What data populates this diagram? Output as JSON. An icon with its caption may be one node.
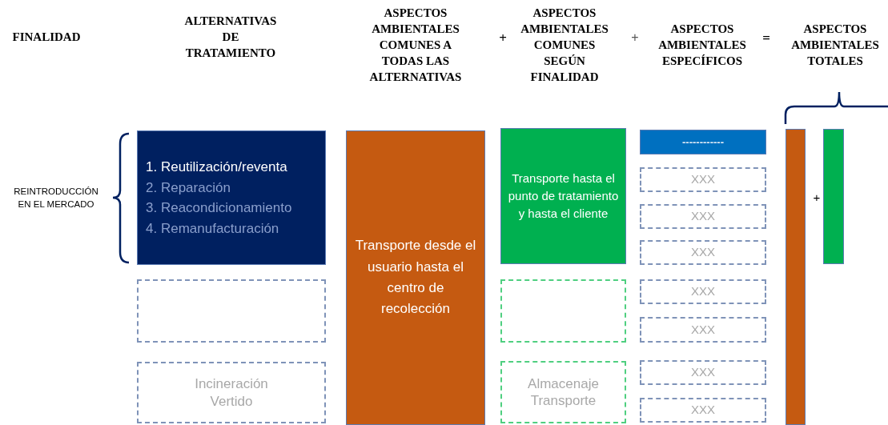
{
  "diagram": {
    "nodes": [
      {
        "text": [
          "1. Reutilización/reventa",
          "2. Reparación",
          "3. Reacondicionamiento",
          "4. Remanufacturación"
        ]
      },
      {
        "text": [],
        "shape": "box"
      },
      {
        "text": [
          "Incineración Vertido"
        ]
      },
      {
        "text": [
          "Transporte desde el usuario hasta el centro de recolección"
        ]
      },
      {
        "text": [
          "Transporte hasta el punto de tratamiento y hasta el cliente"
        ]
      },
      {
        "text": [],
        "shape": "box"
      },
      {
        "text": [
          "Almacenaje Transporte"
        ]
      },
      {
        "text": [
          "------------"
        ]
      },
      {
        "text": [
          "XXX"
        ]
      },
      {
        "text": [
          "XXX"
        ]
      },
      {
        "text": [
          "XXX"
        ]
      },
      {
        "text": [
          "XXX"
        ]
      },
      {
        "text": [
          "XXX"
        ]
      },
      {
        "text": [
          "XXX"
        ]
      },
      {
        "text": [
          "XXX"
        ]
      },
      {
        "text": [],
        "shape": "bar"
      },
      {
        "text": [],
        "shape": "bar"
      }
    ],
    "labels": [
      "FINALIDAD",
      "ALTERNATIVAS DE TRATAMIENTO",
      "ASPECTOS AMBIENTALES COMUNES A TODAS LAS ALTERNATIVAS",
      "+",
      "ASPECTOS AMBIENTALES COMUNES SEGÚN FINALIDAD",
      "+",
      "ASPECTOS AMBIENTALES ESPECÍFICOS",
      "=",
      "ASPECTOS AMBIENTALES TOTALES",
      "REINTRODUCCIÓN EN EL MERCADO",
      "+"
    ]
  }
}
